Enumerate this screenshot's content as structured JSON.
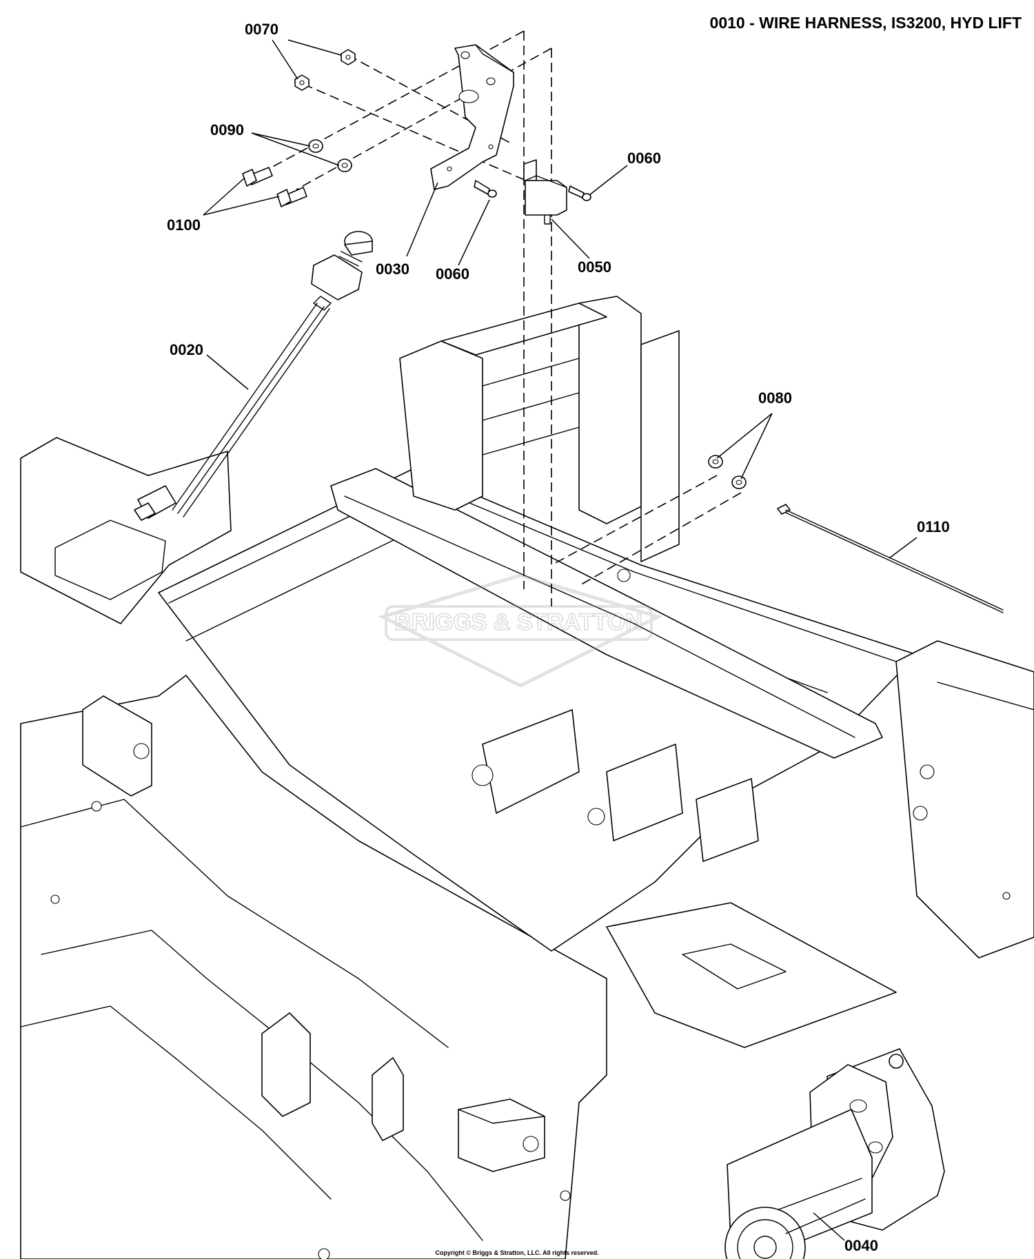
{
  "title": "0010 - WIRE HARNESS, IS3200, HYD LIFT",
  "callouts": {
    "c0070": "0070",
    "c0090": "0090",
    "c0100": "0100",
    "c0030": "0030",
    "c0060a": "0060",
    "c0060b": "0060",
    "c0050": "0050",
    "c0020": "0020",
    "c0080": "0080",
    "c0110": "0110",
    "c0040": "0040"
  },
  "watermark": "BRIGGS & STRATTON",
  "copyright": "Copyright © Briggs & Stratton, LLC. All rights reserved."
}
